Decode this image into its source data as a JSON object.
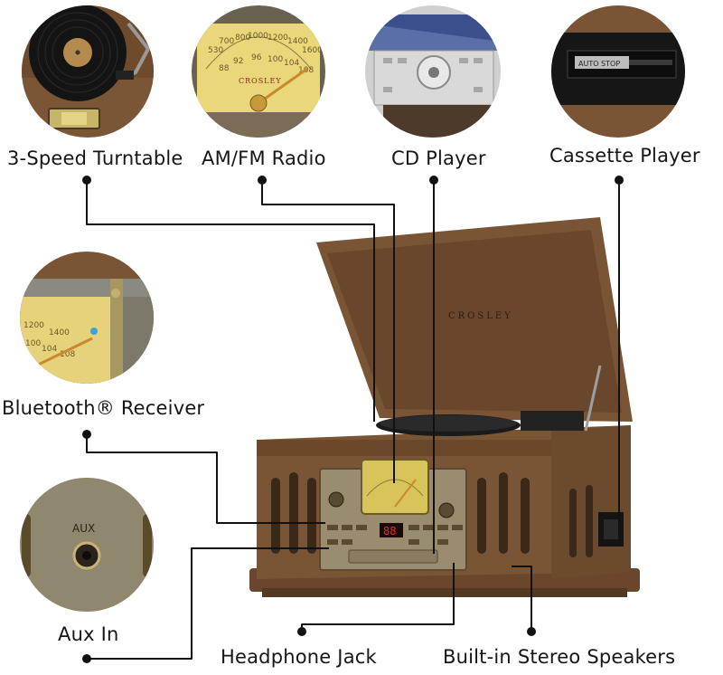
{
  "features": [
    {
      "id": "turntable",
      "label": "3-Speed Turntable",
      "icon": "vinyl-record-icon"
    },
    {
      "id": "radio",
      "label": "AM/FM Radio",
      "icon": "radio-dial-icon"
    },
    {
      "id": "cd",
      "label": "CD Player",
      "icon": "cd-drive-icon"
    },
    {
      "id": "cassette",
      "label": "Cassette Player",
      "icon": "cassette-deck-icon"
    },
    {
      "id": "bluetooth",
      "label": "Bluetooth® Receiver",
      "icon": "bluetooth-dial-icon"
    },
    {
      "id": "aux",
      "label": "Aux In",
      "icon": "aux-port-icon"
    },
    {
      "id": "headphone",
      "label": "Headphone Jack"
    },
    {
      "id": "speakers",
      "label": "Built-in Stereo Speakers"
    }
  ],
  "product": {
    "brand": "CROSLEY",
    "lid_brand": "CROSLEY",
    "display": "88"
  },
  "thumb_text": {
    "cassette_label": "AUTO STOP",
    "aux_label": "AUX",
    "radio_scale_top": [
      "530",
      "700",
      "800",
      "1000",
      "1200",
      "1400",
      "1600"
    ],
    "radio_scale_bottom": [
      "88",
      "92",
      "96",
      "100",
      "104",
      "108"
    ],
    "radio_brand": "CROSLEY",
    "bt_scale_top": [
      "1200",
      "1400"
    ],
    "bt_scale_bottom": [
      "100",
      "104",
      "108"
    ]
  },
  "colors": {
    "wood": "#7a5535",
    "wood_dark": "#4e3320",
    "gold": "#d9c45a",
    "line": "#111111"
  }
}
